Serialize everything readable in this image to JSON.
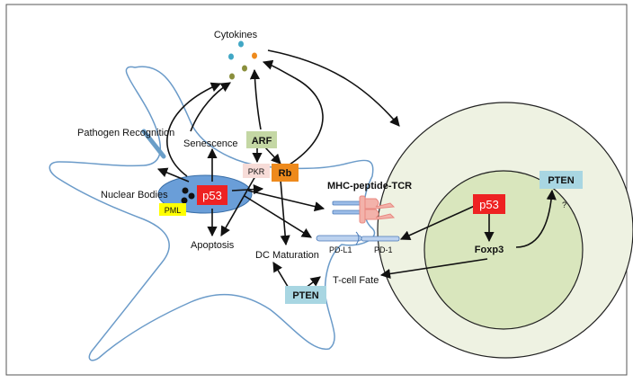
{
  "labels": {
    "cytokines": "Cytokines",
    "pathogen_recognition": "Pathogen Recognition",
    "senescence": "Senescence",
    "nuclear_bodies": "Nuclear Bodies",
    "apoptosis": "Apoptosis",
    "dc_maturation": "DC Maturation",
    "mhc_peptide_tcr": "MHC-peptide-TCR",
    "pd_l1": "PD-L1",
    "pd_1": "PD-1",
    "tcell_fate": "T-cell Fate",
    "foxp3": "Foxp3",
    "question": "?"
  },
  "boxes": {
    "p53_dc": "p53",
    "pml": "PML",
    "arf": "ARF",
    "pkr": "PKR",
    "rb": "Rb",
    "pten_dc": "PTEN",
    "p53_t": "p53",
    "pten_t": "PTEN"
  },
  "colors": {
    "p53": "#ee2222",
    "pml": "#ffff00",
    "arf": "#c4d7a4",
    "pkr": "#f7dcd8",
    "rb": "#ee8a1c",
    "pten": "#a8d6e2",
    "nucleus": "#6a9ed8",
    "membrane": "#6b9bc9",
    "tcell_outer": "#eef2e2",
    "tcell_inner": "#d9e6bd",
    "mhc": "#e88880"
  }
}
